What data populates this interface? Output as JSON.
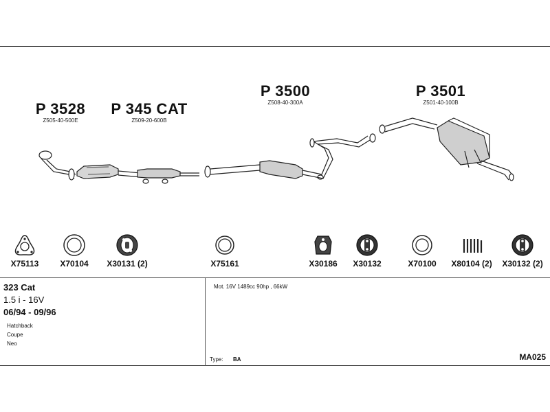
{
  "parts": [
    {
      "number": "P 3528",
      "code": "Z505-40-500E"
    },
    {
      "number": "P 345 CAT",
      "code": "Z509-20-600B"
    },
    {
      "number": "P 3500",
      "code": "Z508-40-300A"
    },
    {
      "number": "P 3501",
      "code": "Z501-40-100B"
    }
  ],
  "hardware": [
    {
      "code": "X75113",
      "icon": "triangle-flange-gasket-icon"
    },
    {
      "code": "X70104",
      "icon": "ring-gasket-icon"
    },
    {
      "code": "X30131 (2)",
      "icon": "rubber-hanger-icon"
    },
    {
      "code": "X75161",
      "icon": "ring-gasket-icon"
    },
    {
      "code": "X30186",
      "icon": "rubber-hanger-icon"
    },
    {
      "code": "X30132",
      "icon": "rubber-mount-icon"
    },
    {
      "code": "X70100",
      "icon": "ring-gasket-icon"
    },
    {
      "code": "X80104 (2)",
      "icon": "spring-icon"
    },
    {
      "code": "X30132 (2)",
      "icon": "rubber-mount-icon"
    }
  ],
  "vehicle": {
    "model": "323 Cat",
    "engine": "1.5 i - 16V",
    "years": "06/94 - 09/96",
    "body_types": [
      "Hatchback",
      "Coupe",
      "Neo"
    ]
  },
  "details": {
    "motor": "Mot. 16V 1489cc 90hp , 66kW",
    "type_label": "Type:",
    "type_value": "BA",
    "diagram_code": "MA025"
  }
}
